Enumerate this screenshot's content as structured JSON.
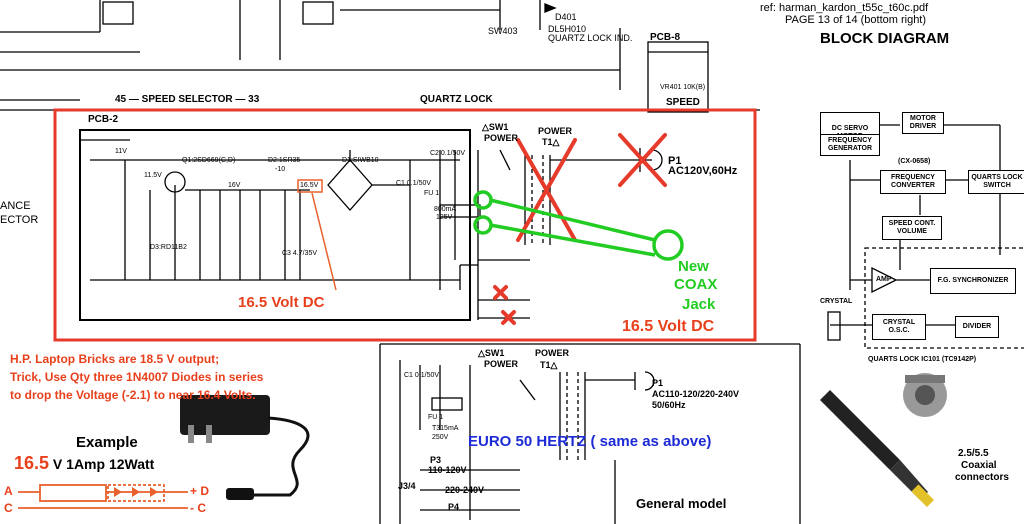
{
  "header": {
    "ref": "ref: harman_kardon_t55c_t60c.pdf",
    "page": "PAGE 13 of 14 (bottom right)",
    "block_title": "BLOCK DIAGRAM"
  },
  "top_schematic": {
    "sw403": "SW403",
    "d401": "D401",
    "dl5h010": "DL5H010",
    "quartz_lock_ind": "QUARTZ LOCK IND.",
    "pcb8": "PCB-8",
    "vr401": "VR401 10K(B)",
    "speed": "SPEED",
    "speed_selector": "45 — SPEED SELECTOR — 33",
    "quartz_lock": "QUARTZ LOCK",
    "left_ance": "ANCE",
    "left_ector": "ECTOR"
  },
  "pcb2": {
    "label": "PCB-2",
    "sw1": "△SW1",
    "power": "POWER",
    "t1_power": "POWER",
    "t1": "T1△",
    "p1": "P1",
    "ac": "AC120V,60Hz",
    "q1": "Q1:2SD669(C,D)",
    "d2": "D2:1SR35",
    "d2b": "-10",
    "d1": "D1:SIWB10",
    "d3": "D3:RD11B2",
    "v11": "11V",
    "v115": "11.5V",
    "v16": "16V",
    "v165": "16.5V",
    "fu1": "FU 1",
    "fu1_rating": "800mA",
    "fu1_volt": "125V",
    "c1": "C1 0.1/50V",
    "c2": "C2 0.1/50V",
    "c3": "C3 4.7/35V"
  },
  "annotations": {
    "volt_dc_left": "16.5 Volt DC",
    "new_coax": [
      "New",
      "COAX",
      "Jack"
    ],
    "volt_dc_right": "16.5 Volt DC",
    "laptop_note": [
      "H.P. Laptop Bricks are  18.5 V output;",
      "Trick, Use Qty three 1N4007 Diodes in series",
      "to drop the Voltage (-2.1) to near 16.4 Volts."
    ],
    "example": "Example",
    "example_spec_big": "16.5",
    "example_spec_rest": " V 1Amp 12Watt",
    "node_a": "A",
    "node_c": "C",
    "node_plus_d": "+ D",
    "node_minus_c": "- C",
    "euro": "EURO 50 HERTZ ( same as above)"
  },
  "euro_schematic": {
    "sw1": "△SW1",
    "power": "POWER",
    "t1_power": "POWER",
    "t1": "T1△",
    "p1": "P1",
    "ac": "AC110-120/220-240V",
    "hz": "50/60Hz",
    "c1": "C1 0.1/50V",
    "fu1": "FU 1",
    "fu1_rating": "T315mA",
    "fu1_volt": "250V",
    "p3": "P3",
    "p3_v": "110-120V",
    "j34": "J3/4",
    "v220": "220-240V",
    "p4": "P4",
    "general": "General model"
  },
  "block_diagram": {
    "dc_servo": "DC SERVO MOTOR",
    "motor_driver": "MOTOR DRIVER",
    "freq_gen": "FREQUENCY GENERATOR",
    "cx": "(CX-0658)",
    "freq_conv": "FREQUENCY CONVERTER",
    "quartz_switch": "QUARTS LOCK SWITCH",
    "speed_vol": "SPEED CONT. VOLUME",
    "amp": "AMP",
    "fg_sync": "F.G. SYNCHRONIZER",
    "crystal": "CRYSTAL",
    "crystal_osc": "CRYSTAL O.S.C.",
    "divider": "DIVIDER",
    "quarts_ic": "QUARTS LOCK IC101 (TC9142P)"
  },
  "photo": {
    "caption": [
      "2.5/5.5",
      "Coaxial",
      "connectors"
    ]
  }
}
